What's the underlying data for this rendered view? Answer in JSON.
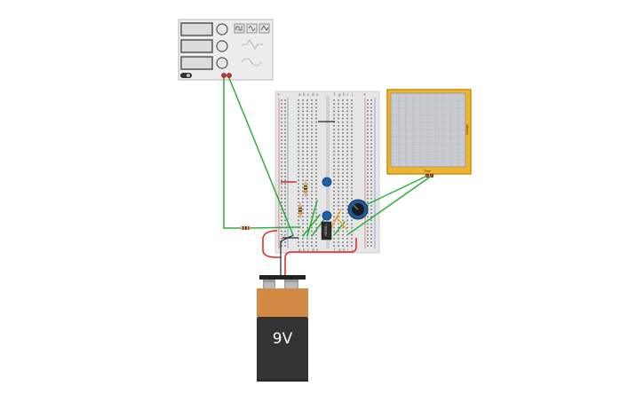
{
  "battery": {
    "label": "9V"
  },
  "oscilloscope": {
    "time_label": "Time",
    "voltage_label": "Voltage"
  },
  "breadboard": {
    "column_letters_left": [
      "a",
      "b",
      "c",
      "d",
      "e"
    ],
    "column_letters_right": [
      "f",
      "g",
      "h",
      "i",
      "j"
    ],
    "top_power_mark": "+"
  },
  "ic": {
    "label": "NE555"
  },
  "function_generator": {
    "waveforms": [
      "square-wave-icon",
      "sine-wave-icon",
      "triangle-wave-icon"
    ]
  },
  "colors": {
    "wire_green": "#2fae3e",
    "wire_red": "#d42a2a",
    "scope_frame": "#f0b52a",
    "scope_screen": "#c8ccd0",
    "battery_top": "#d28a45",
    "battery_body": "#333333",
    "capacitor_blue": "#1f5fa8"
  }
}
